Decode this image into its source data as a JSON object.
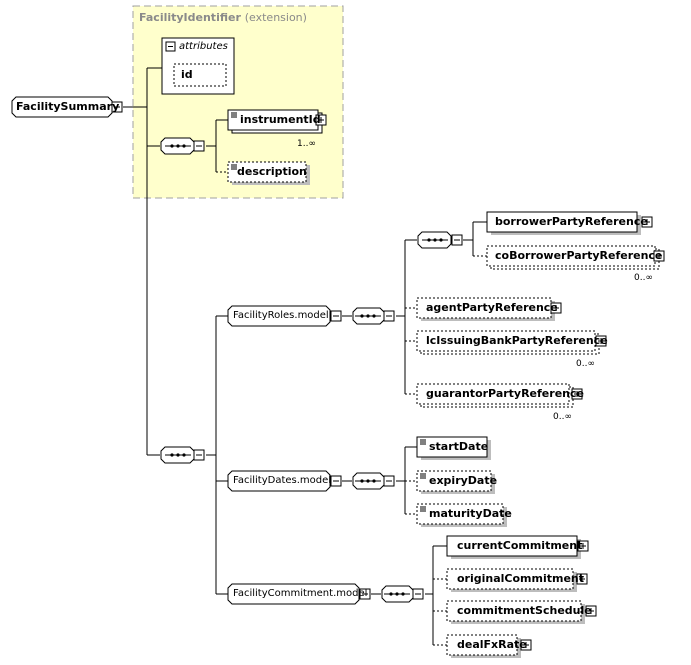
{
  "group": {
    "title": "FacilityIdentifier",
    "subtitle": "(extension)",
    "attributes_label": "attributes",
    "attribute": "id"
  },
  "root": "FacilitySummary",
  "identifier_elements": {
    "instrument_id": "instrumentId",
    "instrument_id_card": "1..∞",
    "description": "description"
  },
  "roles": {
    "label": "FacilityRoles.model",
    "borrower": "borrowerPartyReference",
    "co_borrower": "coBorrowerPartyReference",
    "co_borrower_card": "0..∞",
    "agent": "agentPartyReference",
    "lc_issuing_bank": "lcIssuingBankPartyReference",
    "lc_issuing_bank_card": "0..∞",
    "guarantor": "guarantorPartyReference",
    "guarantor_card": "0..∞"
  },
  "dates": {
    "label": "FacilityDates.model",
    "start": "startDate",
    "expiry": "expiryDate",
    "maturity": "maturityDate"
  },
  "commitment": {
    "label": "FacilityCommitment.model",
    "current": "currentCommitment",
    "original": "originalCommitment",
    "schedule": "commitmentSchedule",
    "deal_fx_rate": "dealFxRate"
  },
  "colors": {
    "group_fill": "#ffffcc",
    "group_border": "#a0a0a0",
    "line": "#000000",
    "shadow": "#9a9a9a"
  }
}
